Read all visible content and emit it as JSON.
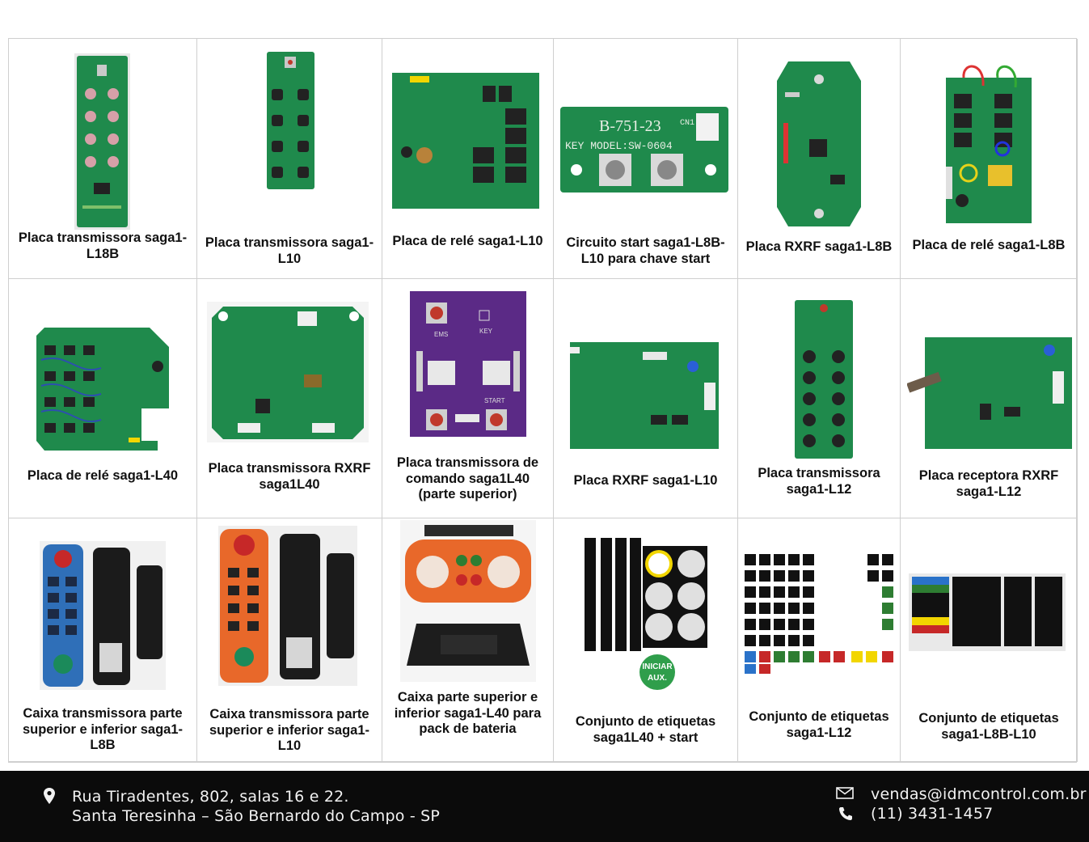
{
  "products": [
    {
      "caption": "Placa transmissora saga1-L18B",
      "image": "pcb-transmitter-l18b"
    },
    {
      "caption": "Placa transmissora saga1-L10",
      "image": "pcb-transmitter-l10"
    },
    {
      "caption": "Placa de relé saga1-L10",
      "image": "pcb-relay-l10"
    },
    {
      "caption": "Circuito start saga1-L8B-L10 para chave start",
      "image": "pcb-start-circuit",
      "label_top": "B-751-23",
      "label_model": "KEY MODEL:SW-0604",
      "label_cn": "CN1"
    },
    {
      "caption": "Placa RXRF saga1-L8B",
      "image": "pcb-rxrf-l8b"
    },
    {
      "caption": "Placa de relé saga1-L8B",
      "image": "pcb-relay-l8b"
    },
    {
      "caption": "Placa de relé saga1-L40",
      "image": "pcb-relay-l40"
    },
    {
      "caption": "Placa transmissora RXRF saga1L40",
      "image": "pcb-transmitter-rxrf-l40"
    },
    {
      "caption": "Placa transmissora de comando saga1L40 (parte superior)",
      "image": "pcb-purple-l40",
      "label_ems": "EMS",
      "label_key": "KEY",
      "label_start": "START"
    },
    {
      "caption": "Placa RXRF saga1-L10",
      "image": "pcb-rxrf-l10"
    },
    {
      "caption": "Placa transmissora saga1-L12",
      "image": "pcb-transmitter-l12"
    },
    {
      "caption": "Placa receptora RXRF saga1-L12",
      "image": "pcb-receiver-l12"
    },
    {
      "caption": "Caixa transmissora parte superior e inferior saga1-L8B",
      "image": "case-blue-l8b"
    },
    {
      "caption": "Caixa transmissora parte superior e inferior saga1-L10",
      "image": "case-orange-l10"
    },
    {
      "caption": "Caixa parte superior e inferior saga1-L40 para pack de bateria",
      "image": "case-l40-battery"
    },
    {
      "caption": "Conjunto de etiquetas saga1L40 + start",
      "image": "labels-l40",
      "label_start": "INICIAR",
      "label_aux": "AUX."
    },
    {
      "caption": "Conjunto de etiquetas saga1-L12",
      "image": "labels-l12"
    },
    {
      "caption": "Conjunto de etiquetas saga1-L8B-L10",
      "image": "labels-l8b-l10"
    }
  ],
  "footer": {
    "address_line1": "Rua Tiradentes, 802, salas 16 e 22.",
    "address_line2": "Santa Teresinha – São Bernardo do Campo - SP",
    "email": "vendas@idmcontrol.com.br",
    "phone": "(11) 3431-1457",
    "icons": [
      "location-pin-icon",
      "envelope-icon",
      "phone-icon"
    ]
  },
  "colors": {
    "pcb_green": "#1f8a4c",
    "pcb_purple": "#5b2a86",
    "case_blue": "#2f6fb8",
    "case_orange": "#e8682a",
    "footer_bg": "#0b0b0b"
  }
}
